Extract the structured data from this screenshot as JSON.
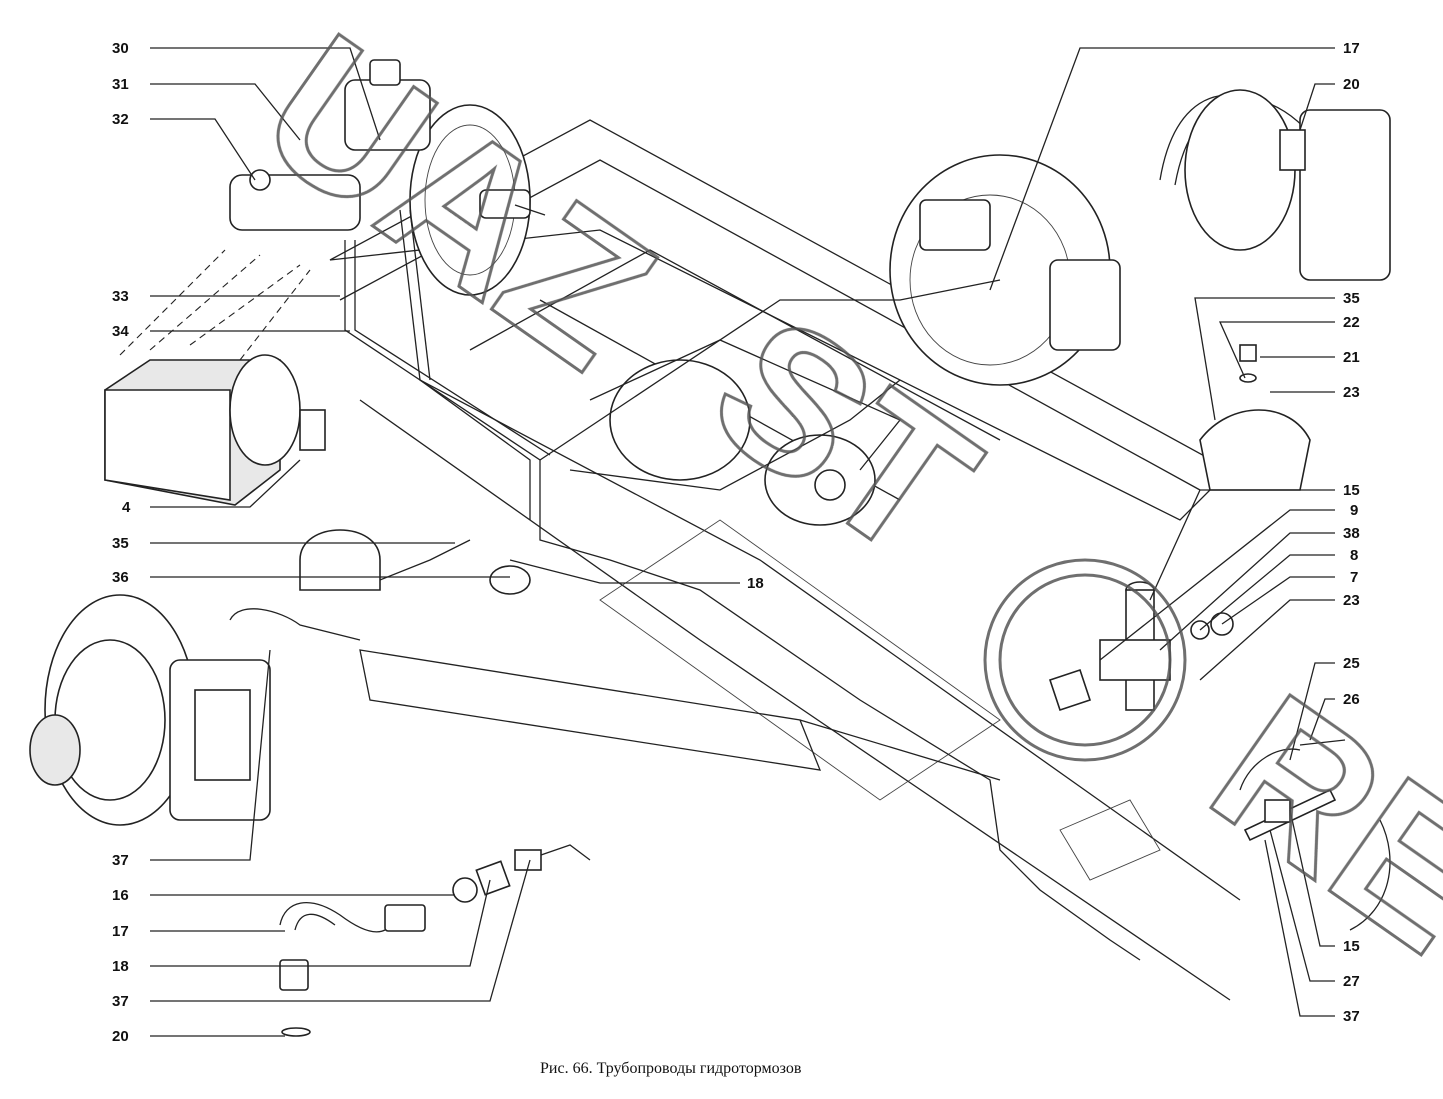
{
  "figure": {
    "caption": "Рис. 66. Трубопроводы гидротормозов",
    "watermark": "UAZ-STORE"
  },
  "callouts_left": [
    "30",
    "31",
    "32",
    "33",
    "34",
    "4",
    "35",
    "36",
    "37",
    "16",
    "17",
    "18",
    "37",
    "20"
  ],
  "callouts_right": [
    "17",
    "20",
    "35",
    "22",
    "21",
    "23",
    "15",
    "9",
    "38",
    "8",
    "7",
    "23",
    "25",
    "26",
    "15",
    "27",
    "37"
  ],
  "callout_center": "18",
  "colors": {
    "ink": "#222222",
    "watermark": "#555555",
    "background": "#ffffff"
  }
}
